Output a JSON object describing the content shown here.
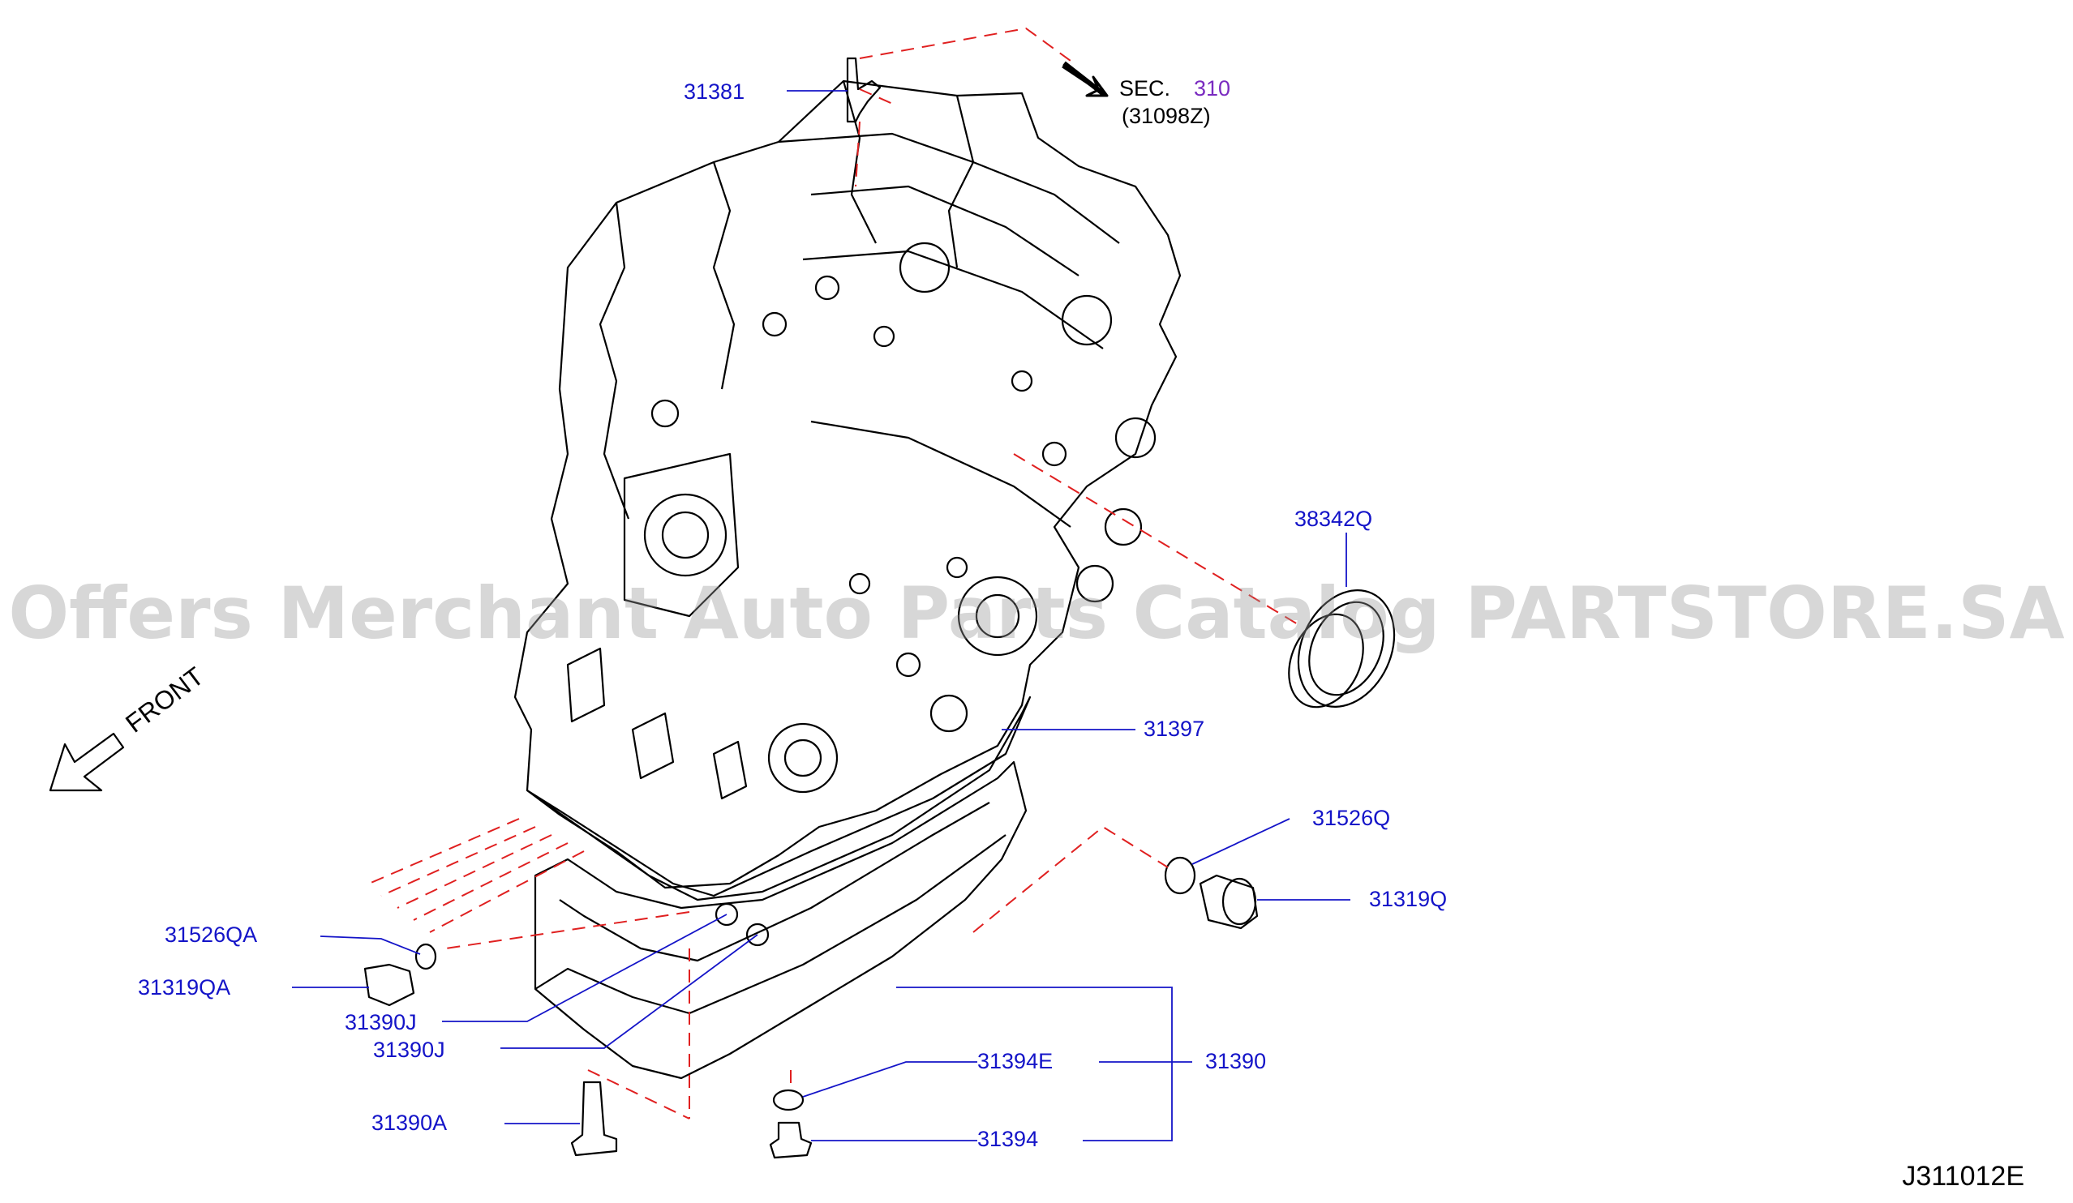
{
  "watermark": "Offers Merchant Auto Parts Catalog PARTSTORE.SA",
  "section_ref": {
    "prefix": "SEC.",
    "number": "310",
    "part": "(31098Z)"
  },
  "front_label": "FRONT",
  "diagram_code": "J311012E",
  "part_numbers": {
    "p31381": "31381",
    "p38342Q": "38342Q",
    "p31397": "31397",
    "p31526Q": "31526Q",
    "p31319Q": "31319Q",
    "p31526QA": "31526QA",
    "p31319QA": "31319QA",
    "p31390J_1": "31390J",
    "p31390J_2": "31390J",
    "p31394E": "31394E",
    "p31390": "31390",
    "p31390A": "31390A",
    "p31394": "31394"
  },
  "colors": {
    "label": "#1414c8",
    "section_number": "#7a2bc0",
    "leader": "#1414c8",
    "dashed": "#e02020",
    "outline": "#000000"
  }
}
